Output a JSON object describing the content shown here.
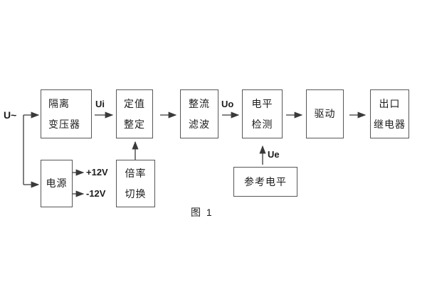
{
  "figure": {
    "caption": "图 1"
  },
  "labels": {
    "input_voltage": "U~",
    "ui": "Ui",
    "uo": "Uo",
    "ue": "Ue",
    "plus_12v": "+12V",
    "minus_12v": "-12V"
  },
  "blocks": {
    "isolation_transformer": {
      "line1": "隔离",
      "line2": "变压器"
    },
    "setting_adjust": {
      "line1": "定值",
      "line2": "整定"
    },
    "rectifier_filter": {
      "line1": "整流",
      "line2": "滤波"
    },
    "level_detection": {
      "line1": "电平",
      "line2": "检测"
    },
    "drive": {
      "line1": "驱动"
    },
    "output_relay": {
      "line1": "出口",
      "line2": "继电器"
    },
    "power_supply": {
      "line1": "电源"
    },
    "ratio_switch": {
      "line1": "倍率",
      "line2": "切换"
    },
    "reference_level": {
      "line1": "参考电平"
    }
  },
  "colors": {
    "background": "#ffffff",
    "line": "#3a3a3a",
    "border": "#575757",
    "text": "#1c1c1c"
  }
}
